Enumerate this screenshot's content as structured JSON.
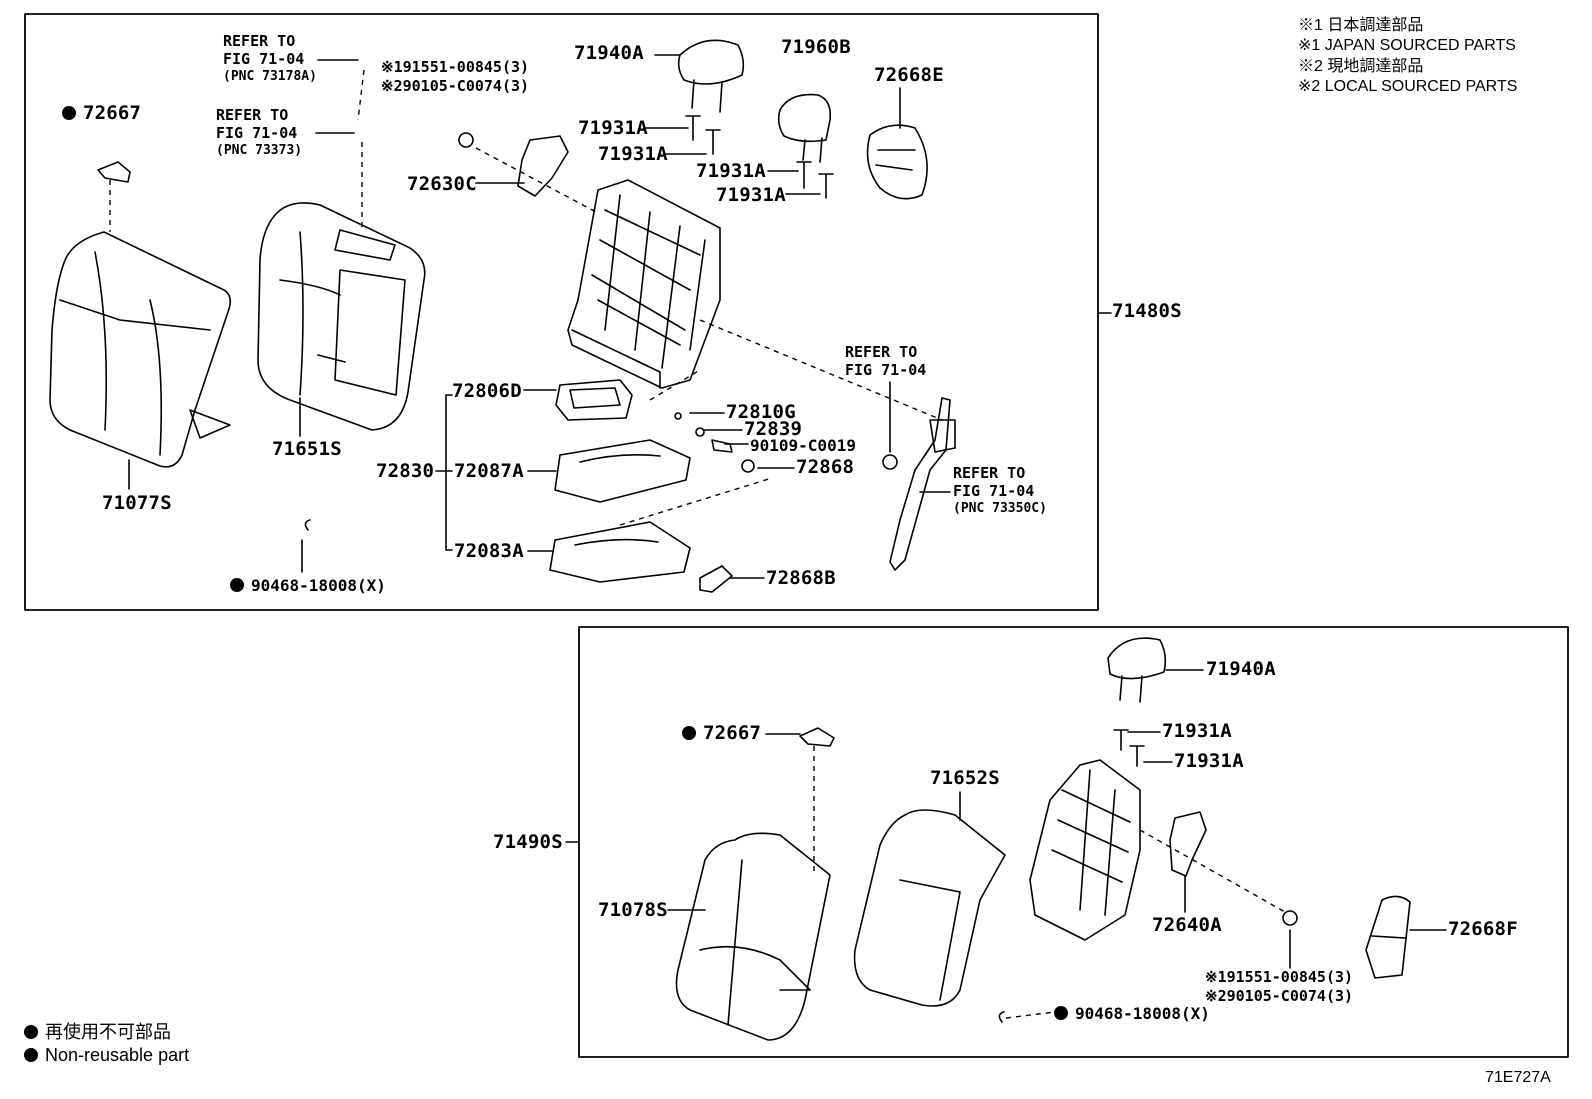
{
  "notes": {
    "jp1": "※1 日本調達部品",
    "en1": "※1 JAPAN SOURCED PARTS",
    "jp2": "※2 現地調達部品",
    "en2": "※2 LOCAL SOURCED PARTS"
  },
  "legend": {
    "jp": "再使用不可部品",
    "en": "Non-reusable part"
  },
  "figure_code": "71E727A",
  "upper": {
    "assy": "71480S",
    "labels": {
      "p72667": "72667",
      "p71077S": "71077S",
      "p71651S": "71651S",
      "p71940A": "71940A",
      "p71931A_1": "71931A",
      "p71931A_2": "71931A",
      "p71960B": "71960B",
      "p71931A_3": "71931A",
      "p71931A_4": "71931A",
      "p72668E": "72668E",
      "p72630C": "72630C",
      "p72806D": "72806D",
      "p72810G": "72810G",
      "p72839": "72839",
      "p90109": "90109-C0019",
      "p72868": "72868",
      "p72830": "72830",
      "p72087A": "72087A",
      "p72083A": "72083A",
      "p72868B": "72868B",
      "p90468": "90468-18008(X)"
    },
    "refs": {
      "r1": {
        "line1": "REFER TO",
        "line2": "FIG 71-04",
        "line3": "(PNC 73178A)"
      },
      "r2": {
        "line1": "REFER TO",
        "line2": "FIG 71-04",
        "line3": "(PNC 73373)"
      },
      "r3": {
        "line1": "REFER TO",
        "line2": "FIG 71-04"
      },
      "r4": {
        "line1": "REFER TO",
        "line2": "FIG 71-04",
        "line3": "(PNC 73350C)"
      }
    },
    "sourced": {
      "s1": "※191551-00845(3)",
      "s2": "※290105-C0074(3)"
    }
  },
  "lower": {
    "assy": "71490S",
    "labels": {
      "p71940A": "71940A",
      "p71931A_1": "71931A",
      "p71931A_2": "71931A",
      "p72667": "72667",
      "p71652S": "71652S",
      "p71078S": "71078S",
      "p72640A": "72640A",
      "p72668F": "72668F",
      "p90468": "90468-18008(X)"
    },
    "sourced": {
      "s1": "※191551-00845(3)",
      "s2": "※290105-C0074(3)"
    }
  }
}
